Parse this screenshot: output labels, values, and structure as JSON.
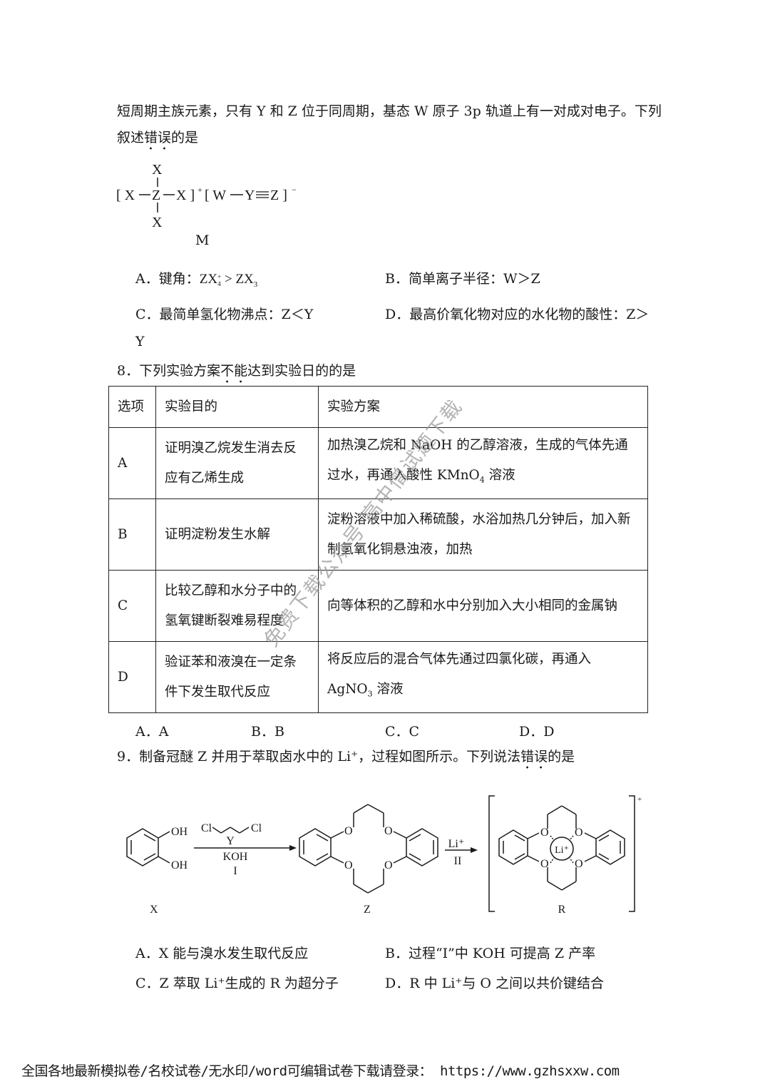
{
  "q7": {
    "line1": "短周期主族元素，只有 Y 和 Z 位于同周期，基态 W 原子 3p 轨道上有一对成对电子。下列",
    "line2_pre": "叙述",
    "line2_emph": "错误",
    "line2_post": "的是",
    "structure_label": "M",
    "options": {
      "a_prefix": "A．键角：",
      "a_formula": "ZX4+ > ZX3",
      "b": "B．简单离子半径：W＞Z",
      "c": "C．最简单氢化物沸点：Z＜Y",
      "d": "D．最高价氧化物对应的水化物的酸性：Z＞",
      "d_wrap": "Y"
    }
  },
  "q8": {
    "stem_pre": "8．下列实验方案",
    "stem_emph": "不能",
    "stem_post": "达到实验日的的是",
    "headers": [
      "选项",
      "实验目的",
      "实验方案"
    ],
    "rows": [
      {
        "opt": "A",
        "goal": "证明溴乙烷发生消去反应有乙烯生成",
        "plan": "加热溴乙烷和 NaOH 的乙醇溶液，生成的气体先通过水，再通入酸性 KMnO4 溶液"
      },
      {
        "opt": "B",
        "goal": "证明淀粉发生水解",
        "plan": "淀粉溶液中加入稀硫酸，水浴加热几分钟后，加入新制氢氧化铜悬浊液，加热"
      },
      {
        "opt": "C",
        "goal": "比较乙醇和水分子中的氢氧键断裂难易程度",
        "plan": "向等体积的乙醇和水中分别加入大小相同的金属钠"
      },
      {
        "opt": "D",
        "goal": "验证苯和液溴在一定条件下发生取代反应",
        "plan": "将反应后的混合气体先通过四氯化碳，再通入 AgNO3 溶液"
      }
    ],
    "answers": [
      "A．A",
      "B．B",
      "C．C",
      "D．D"
    ]
  },
  "q9": {
    "stem_pre": "9．制备冠醚 Z 并用于萃取卤水中的 Li⁺，过程如图所示。下列说法",
    "stem_emph": "错误",
    "stem_post": "的是",
    "scheme": {
      "x": "X",
      "y": "Y",
      "z": "Z",
      "r": "R",
      "koh": "KOH",
      "step1": "I",
      "step2": "II",
      "li": "Li⁺",
      "cl": "Cl",
      "oh": "OH",
      "o": "O",
      "plus": "+"
    },
    "options": {
      "a": "A．X 能与溴水发生取代反应",
      "b": "B．过程“I”中 KOH 可提高 Z 产率",
      "c": "C．Z 萃取 Li⁺生成的 R 为超分子",
      "d": "D．R 中 Li⁺与 O 之间以共价键结合"
    }
  },
  "watermark": "免费下载公众号 高中僧试题下载",
  "footer": "全国各地最新模拟卷/名校试卷/无水印/word可编辑试卷下载请登录： https://www.gzhsxxw.com"
}
